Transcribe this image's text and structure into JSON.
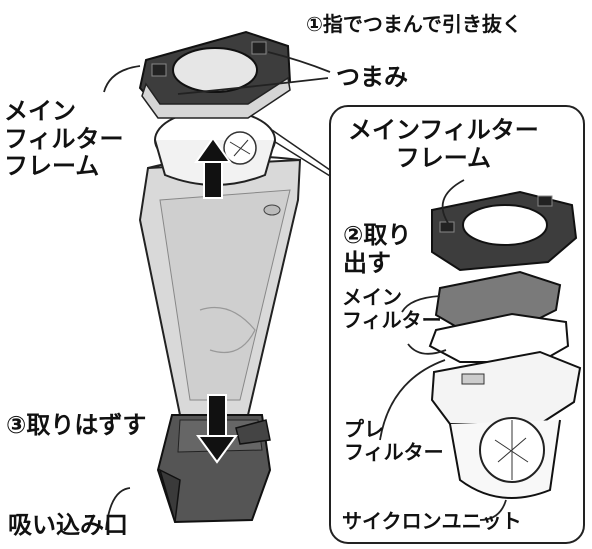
{
  "labels": {
    "step1": "①指でつまんで引き抜く",
    "tsumami": "つまみ",
    "main_filter_frame_left": "メイン\nフィルター\nフレーム",
    "main_filter_frame_right": "メインフィルター\nフレーム",
    "step2": "②取り\n出す",
    "main_filter": "メイン\nフィルター",
    "pre_filter": "プレ\nフィルター",
    "cyclone_unit": "サイクロンユニット",
    "step3": "③取りはずす",
    "intake": "吸い込み口"
  }
}
